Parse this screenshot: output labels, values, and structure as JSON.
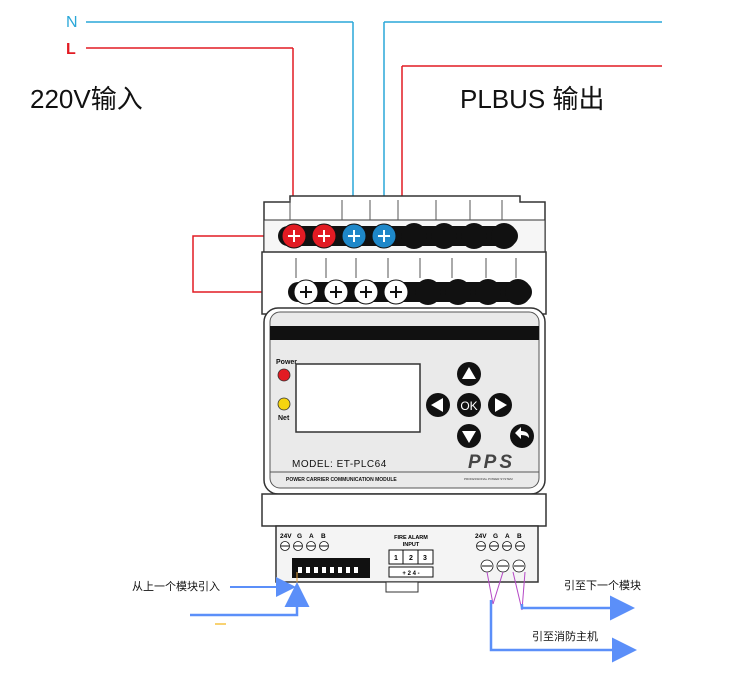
{
  "wires": {
    "n_label": "N",
    "l_label": "L",
    "n_color": "#2aa7d8",
    "l_color": "#e21b23"
  },
  "titles": {
    "input": "220V输入",
    "output": "PLBUS 输出"
  },
  "panel": {
    "power_label": "Power",
    "net_label": "Net",
    "ok_label": "OK",
    "model": "MODEL: ET-PLC64",
    "module_name": "POWER CARRIER COMMUNICATION MODULE",
    "brand": "PPS",
    "brand_sub": "PROFESSIONAL POWER SYSTEM"
  },
  "terminals": {
    "left_labels": [
      "24V",
      "G",
      "A",
      "B"
    ],
    "right_labels": [
      "24V",
      "G",
      "A",
      "B"
    ],
    "fire_title": "FIRE ALARM",
    "fire_input": "INPUT",
    "fire_pins": [
      "1",
      "2",
      "3"
    ],
    "fire_bottom": "+ 2 4 -"
  },
  "annotations": {
    "from_prev": "从上一个模块引入",
    "to_next": "引至下一个模块",
    "to_fire_host": "引至消防主机"
  },
  "colors": {
    "arrow_blue": "#5b8ff9",
    "red_led": "#e21b23",
    "yellow_led": "#f5d40f",
    "screw_blue": "#1e88c9",
    "screw_red": "#e21b23"
  }
}
